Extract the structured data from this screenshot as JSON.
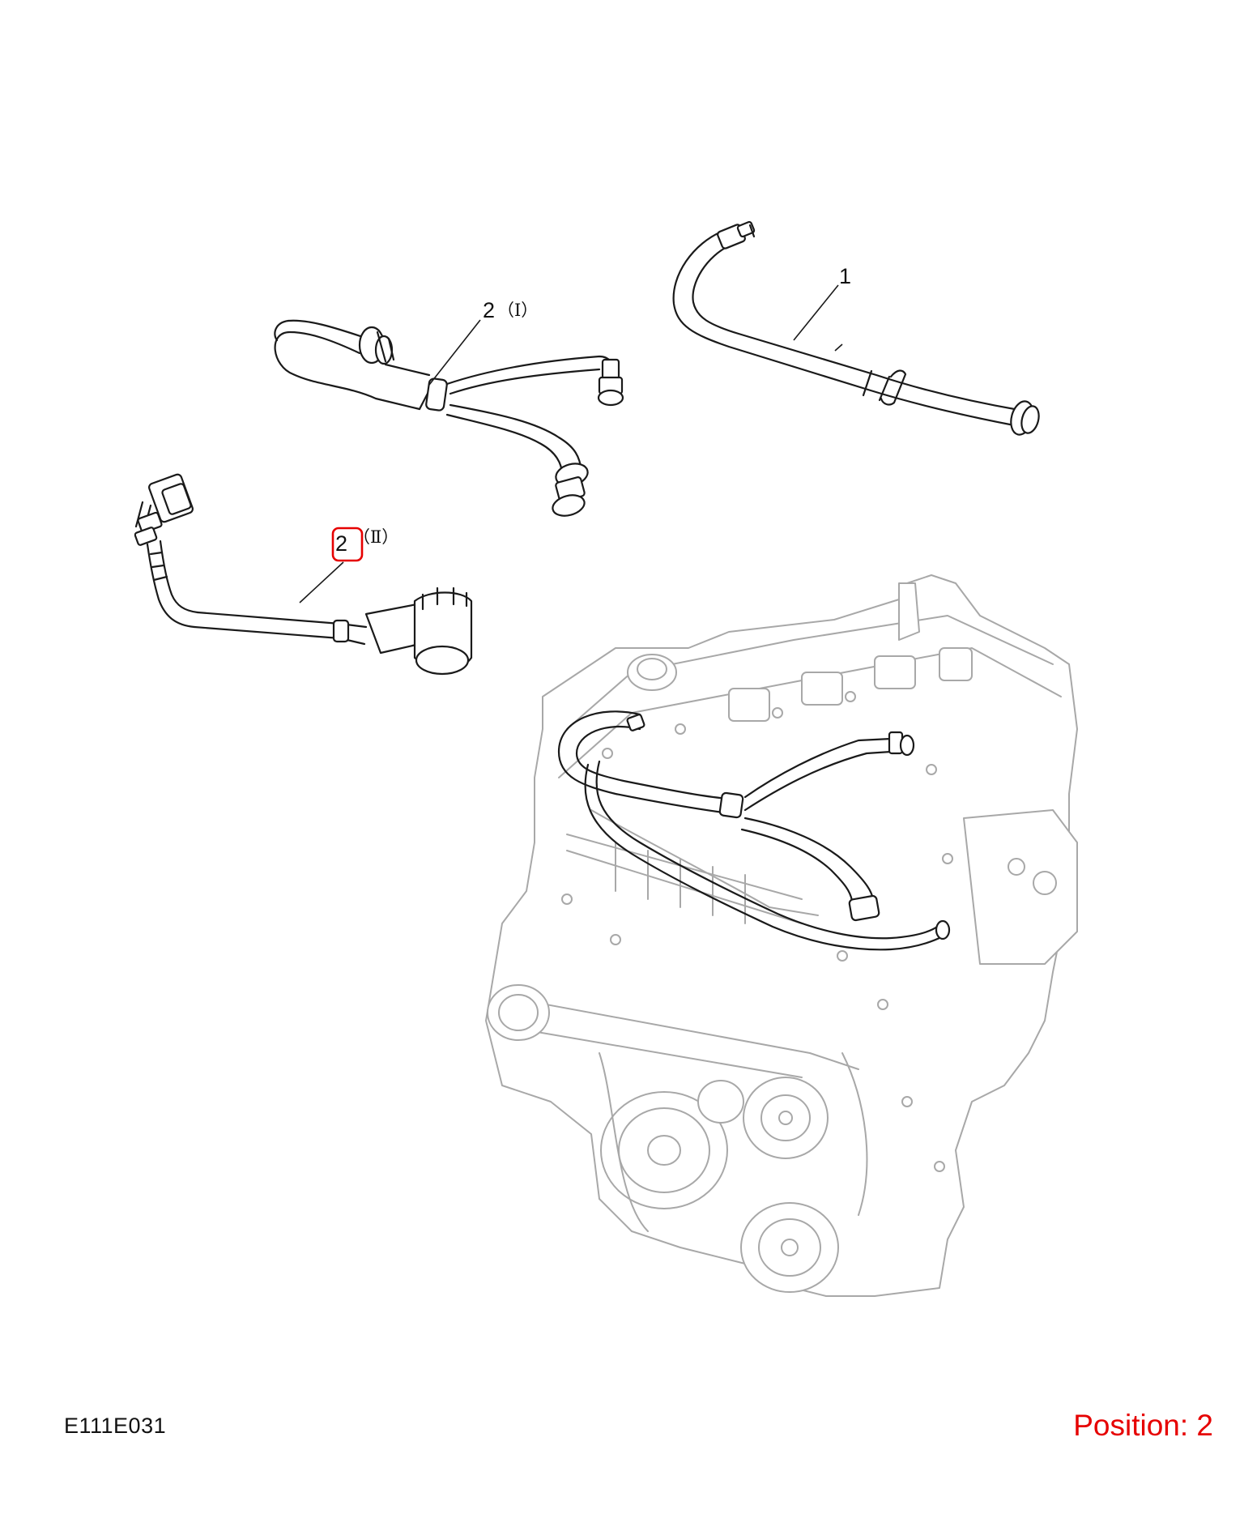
{
  "callouts": {
    "part_1": {
      "number": "1",
      "suffix": ""
    },
    "part_2_i": {
      "number": "2",
      "suffix": "（Ⅰ）"
    },
    "part_2_ii": {
      "number": "2",
      "suffix": "（Ⅱ）"
    }
  },
  "footer": {
    "drawing_code": "E111E031",
    "position_label": "Position: 2"
  },
  "colors": {
    "highlight": "#e60000",
    "line": "#1a1a1a",
    "ghost_line": "#a8a8a8"
  },
  "icons": {
    "hose_part_1": "vent-hose-icon",
    "hose_part_2_i": "y-hose-icon",
    "hose_part_2_ii": "hose-with-connector-icon",
    "engine": "engine-assembly-icon"
  }
}
